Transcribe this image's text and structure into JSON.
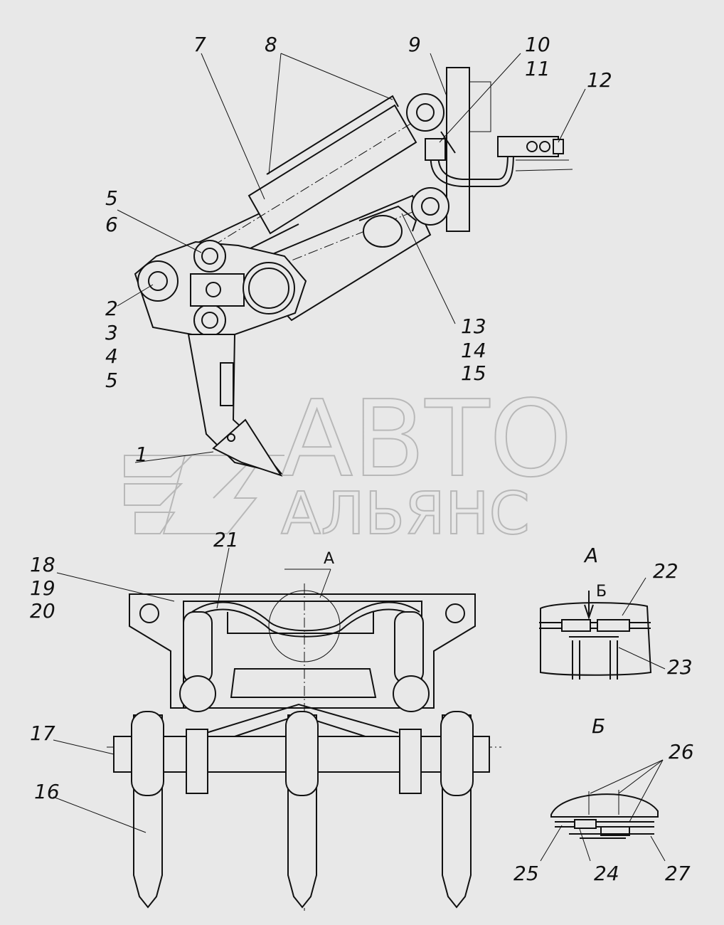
{
  "watermark": {
    "line1": "АВТО",
    "line2": "АЛЬЯНС"
  },
  "labels": [
    "1",
    "2",
    "3",
    "4",
    "5",
    "5",
    "6",
    "7",
    "8",
    "9",
    "10",
    "11",
    "12",
    "13",
    "14",
    "15",
    "16",
    "17",
    "18",
    "19",
    "20",
    "21",
    "22",
    "23",
    "24",
    "25",
    "26",
    "27"
  ],
  "views": {
    "view_a_marker": "А",
    "view_a_title": "А",
    "view_b_marker": "Б",
    "view_b_title": "Б"
  }
}
